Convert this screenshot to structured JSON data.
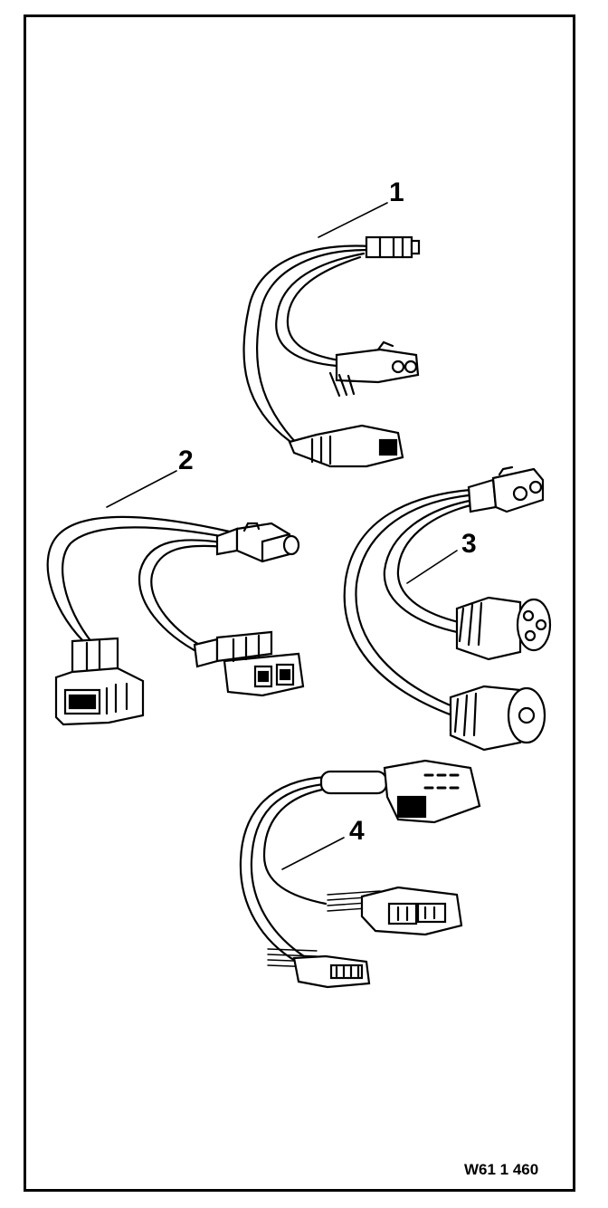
{
  "figure": {
    "callouts": [
      "1",
      "2",
      "3",
      "4"
    ],
    "figure_code": "W61 1 460"
  }
}
